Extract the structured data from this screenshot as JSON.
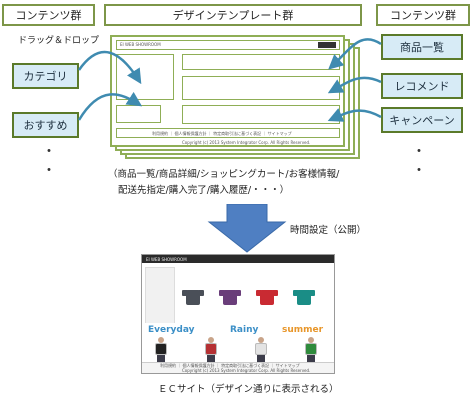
{
  "headers": {
    "left": "コンテンツ群",
    "center": "デザインテンプレート群",
    "right": "コンテンツ群"
  },
  "drag_label": "ドラッグ＆ドロップ",
  "left_contents": [
    "カテゴリ",
    "おすすめ"
  ],
  "right_contents": [
    "商品一覧",
    "レコメンド",
    "キャンペーン"
  ],
  "ellipsis": "・",
  "template_caption_line1": "（商品一覧/商品詳細/ショッピングカート/お客様情報/",
  "template_caption_line2": "配送先指定/購入完了/購入履歴/・・・）",
  "time_setting_label": "時間設定（公開）",
  "site_caption": "ＥＣサイト（デザイン通りに表示される）",
  "template_mini": {
    "logo": "EI WEB SHOWROOM",
    "footer_links": "利用規約 ｜ 個人情報保護方針 ｜ 特定商取引法に基づく表記 ｜ サイトマップ",
    "copyright": "Copyright (c) 2013 System Integrator Corp. All Rights Reserved."
  },
  "site_mini": {
    "logo": "EI WEB SHOWROOM",
    "banners": [
      "Everyday",
      "Rainy",
      "summer"
    ],
    "footer_links": "利用規約 ｜ 個人情報保護方針 ｜ 特定商取引法に基づく表記 ｜ サイトマップ",
    "copyright": "Copyright (c) 2013 System Integrator Corp. All Rights Reserved."
  },
  "colors": {
    "box_fill": "#d7ebf6",
    "box_border": "#5b7a2a",
    "template_border": "#8fae56",
    "arrow_fill": "#4f7fc2",
    "drag_arrow": "#3f8bb0"
  },
  "shirt_colors": [
    "#4a4f58",
    "#6a3e7a",
    "#c92a32",
    "#1a8d86"
  ],
  "person_colors": [
    "#222222",
    "#b53033",
    "#e3e3e3",
    "#2f8b3c"
  ]
}
